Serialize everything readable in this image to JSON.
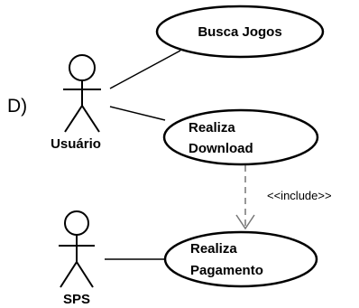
{
  "question_label": "D)",
  "actors": [
    {
      "key": "usuario",
      "name": "Usuário"
    },
    {
      "key": "sps",
      "name": "SPS"
    }
  ],
  "use_cases": [
    {
      "key": "busca",
      "lines": [
        "Busca Jogos"
      ]
    },
    {
      "key": "download",
      "lines": [
        "Realiza",
        "Download"
      ]
    },
    {
      "key": "pagamento",
      "lines": [
        "Realiza",
        "Pagamento"
      ]
    }
  ],
  "relationships": {
    "include_label": "<<include>>"
  }
}
